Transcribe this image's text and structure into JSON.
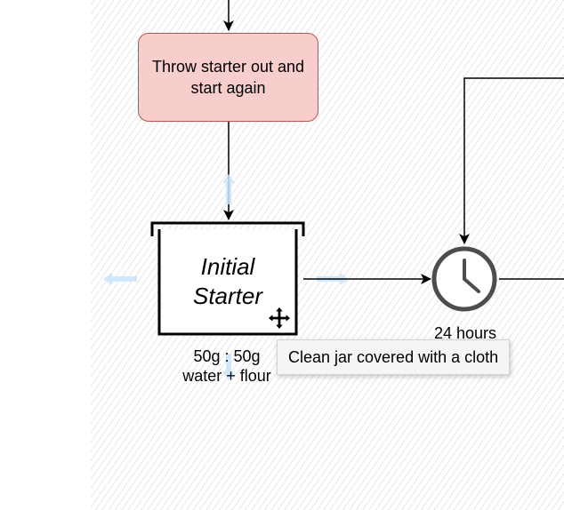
{
  "diagram": {
    "nodes": {
      "throw_starter": {
        "label": "Throw starter out and start again",
        "fill": "#f8cecc",
        "stroke": "#b85450"
      },
      "initial_starter": {
        "label_line1": "Initial",
        "label_line2": "Starter"
      },
      "timer": {
        "icon": "clock-icon",
        "label": "24 hours"
      }
    },
    "captions": {
      "ratio_line1": "50g : 50g",
      "ratio_line2": "water + flour"
    },
    "tooltip": "Clean jar covered with a cloth",
    "edges": [
      {
        "from": "above",
        "to": "throw_starter"
      },
      {
        "from": "throw_starter",
        "to": "initial_starter"
      },
      {
        "from": "initial_starter",
        "to": "timer"
      },
      {
        "from": "upper-right",
        "to": "timer"
      },
      {
        "from": "timer",
        "to": "right"
      }
    ],
    "colors": {
      "hover_arrow": "#c9e3fb",
      "canvas_hatch": "#e6e6e6",
      "clock_stroke": "#4d4d4d"
    },
    "cursor_icon": "move-cursor-icon"
  }
}
